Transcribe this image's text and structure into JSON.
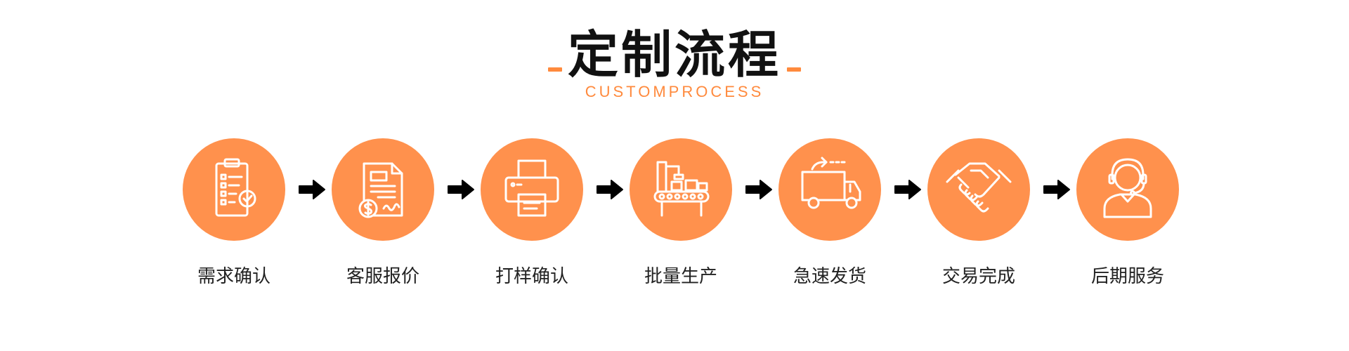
{
  "header": {
    "title": "定制流程",
    "subtitle": "CUSTOMPROCESS"
  },
  "colors": {
    "accent": "#ff914d",
    "text": "#222222",
    "arrow": "#000000"
  },
  "steps": [
    {
      "label": "需求确认",
      "icon": "clipboard-checklist-icon"
    },
    {
      "label": "客服报价",
      "icon": "invoice-dollar-icon"
    },
    {
      "label": "打样确认",
      "icon": "printer-icon"
    },
    {
      "label": "批量生产",
      "icon": "factory-conveyor-icon"
    },
    {
      "label": "急速发货",
      "icon": "delivery-truck-icon"
    },
    {
      "label": "交易完成",
      "icon": "handshake-icon"
    },
    {
      "label": "后期服务",
      "icon": "customer-service-headset-icon"
    }
  ]
}
